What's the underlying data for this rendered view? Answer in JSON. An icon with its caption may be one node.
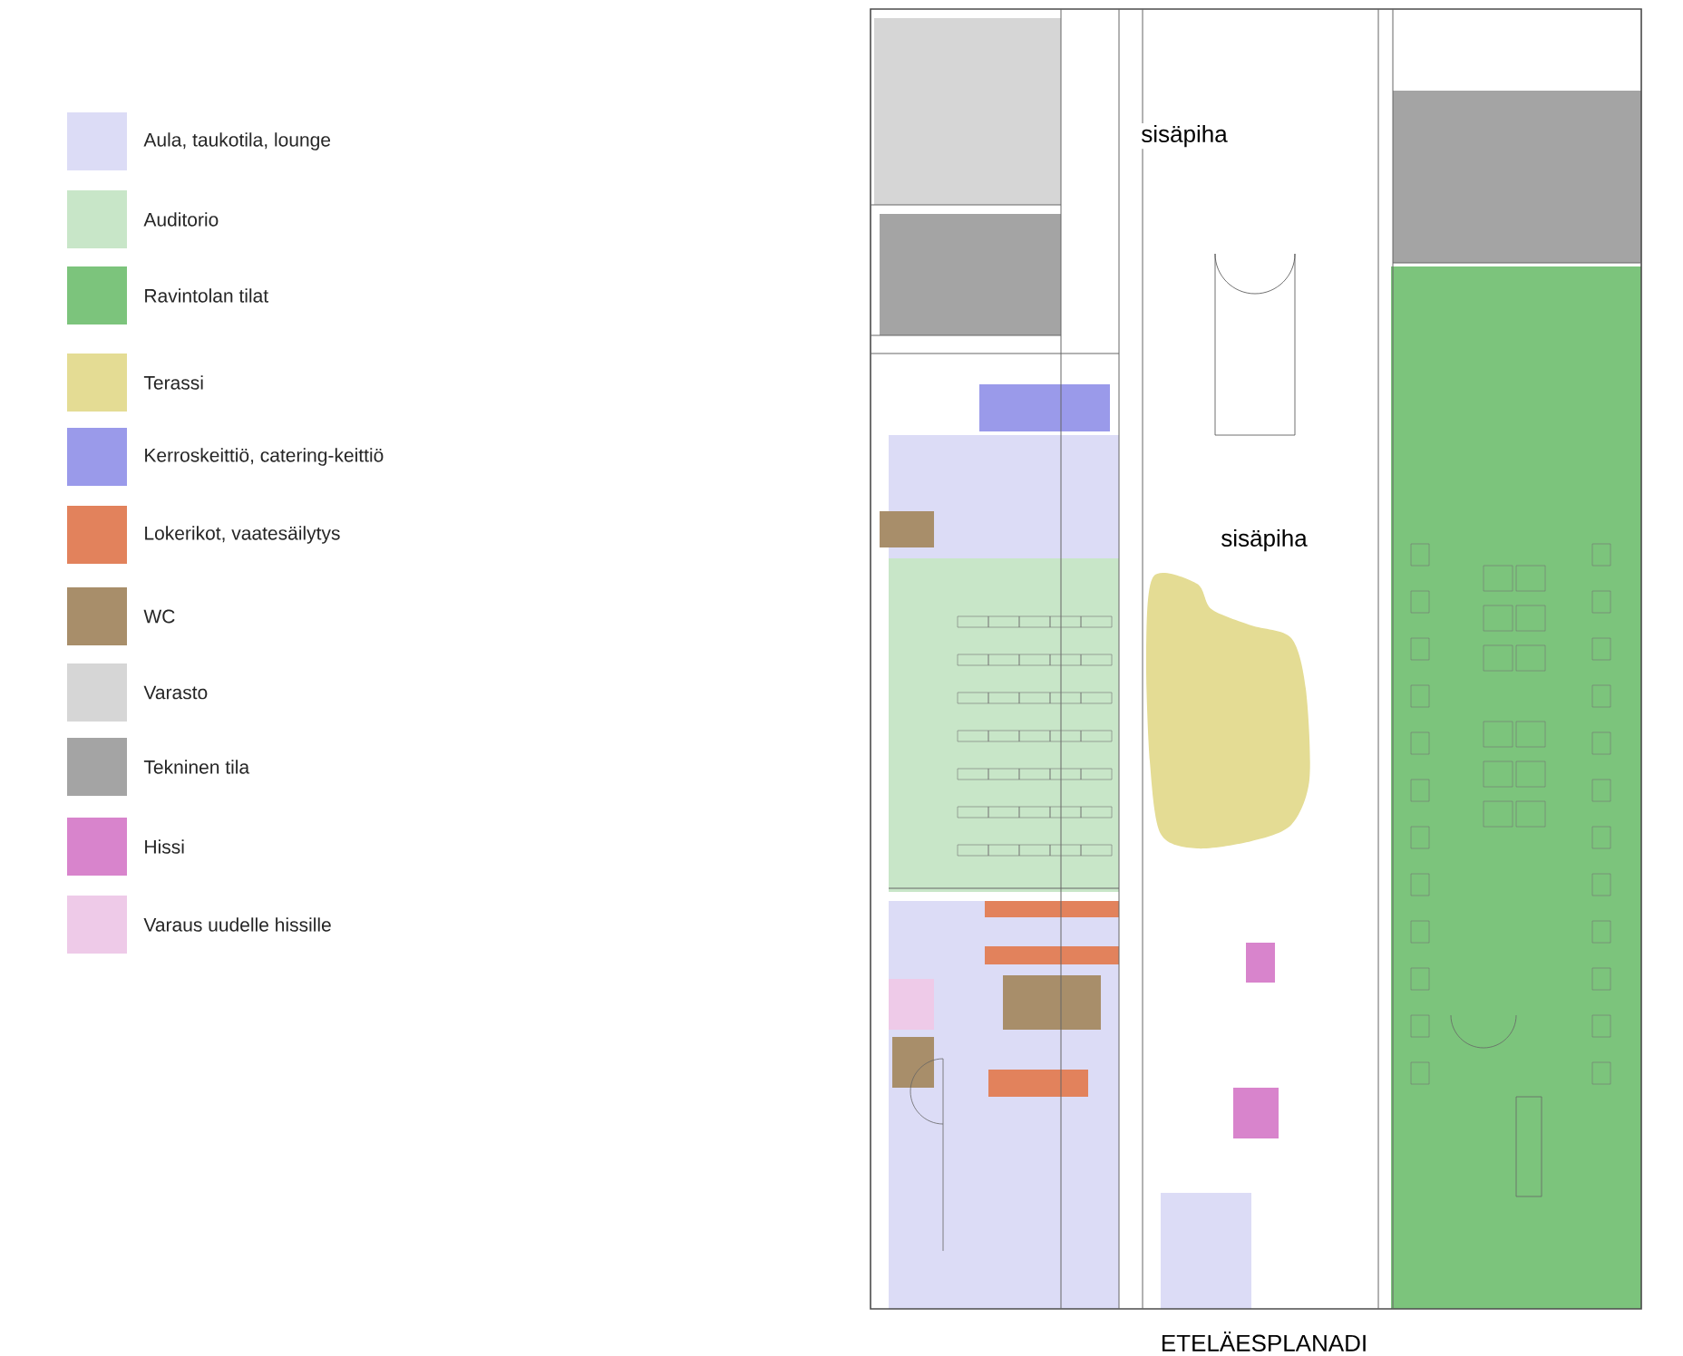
{
  "diagram": {
    "labels": [
      "sisäpiha",
      "sisäpiha",
      "ETELÄESPLANADI"
    ],
    "legend": [
      {
        "text": "Aula, taukotila, lounge",
        "color": "#dcdcf6"
      },
      {
        "text": "Auditorio",
        "color": "#c8e6c8"
      },
      {
        "text": "Ravintolan tilat",
        "color": "#7cc47c"
      },
      {
        "text": "Terassi",
        "color": "#e4dc94"
      },
      {
        "text": "Kerroskeittiö, catering-keittiö",
        "color": "#9a9aea"
      },
      {
        "text": "Lokerikot, vaatesäilytys",
        "color": "#e2825c"
      },
      {
        "text": "WC",
        "color": "#a88e6a"
      },
      {
        "text": "Varasto",
        "color": "#d6d6d6"
      },
      {
        "text": "Tekninen tila",
        "color": "#a4a4a4"
      },
      {
        "text": "Hissi",
        "color": "#d884cc"
      },
      {
        "text": "Varaus uudelle hissille",
        "color": "#eecae8"
      }
    ]
  }
}
